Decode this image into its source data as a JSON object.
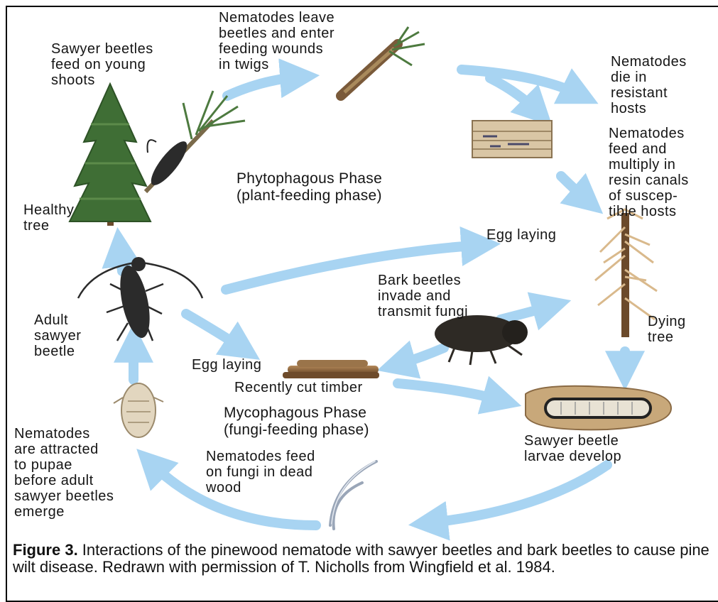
{
  "labels": {
    "sawyer_feed": "Sawyer beetles\nfeed on young\nshoots",
    "nematodes_leave": "Nematodes leave\nbeetles and enter\nfeeding wounds\nin twigs",
    "nematodes_die": "Nematodes\ndie in\nresistant\nhosts",
    "nematodes_feed_multiply": "Nematodes\nfeed and\nmultiply in\nresin canals\nof suscep-\ntible hosts",
    "phytophagous": "Phytophagous Phase\n(plant-feeding phase)",
    "healthy_tree": "Healthy\ntree",
    "egg_laying_top": "Egg laying",
    "bark_beetles": "Bark beetles\ninvade and\ntransmit fungi",
    "adult_sawyer": "Adult\nsawyer\nbeetle",
    "dying_tree": "Dying\ntree",
    "egg_laying_bottom": "Egg laying",
    "recently_cut": "Recently cut timber",
    "mycophagous": "Mycophagous Phase\n(fungi-feeding phase)",
    "larvae_develop": "Sawyer beetle\nlarvae develop",
    "nematodes_attracted": "Nematodes\nare attracted\nto pupae\nbefore adult\nsawyer beetles\nemerge",
    "nematodes_fungi": "Nematodes feed\non fungi in dead\nwood"
  },
  "caption": {
    "figure_label": "Figure 3.",
    "text": " Interactions of the pinewood nematode with sawyer beetles and bark beetles to cause pine wilt disease.  Redrawn with permission of T. Nicholls  from Wingfield et al. 1984."
  },
  "colors": {
    "arrow": "#a8d4f2",
    "arrow_edge": "#8cc3ea",
    "tree_green": "#3f6e35",
    "trunk": "#6b4a2b",
    "dead_tree": "#d9b98c"
  }
}
